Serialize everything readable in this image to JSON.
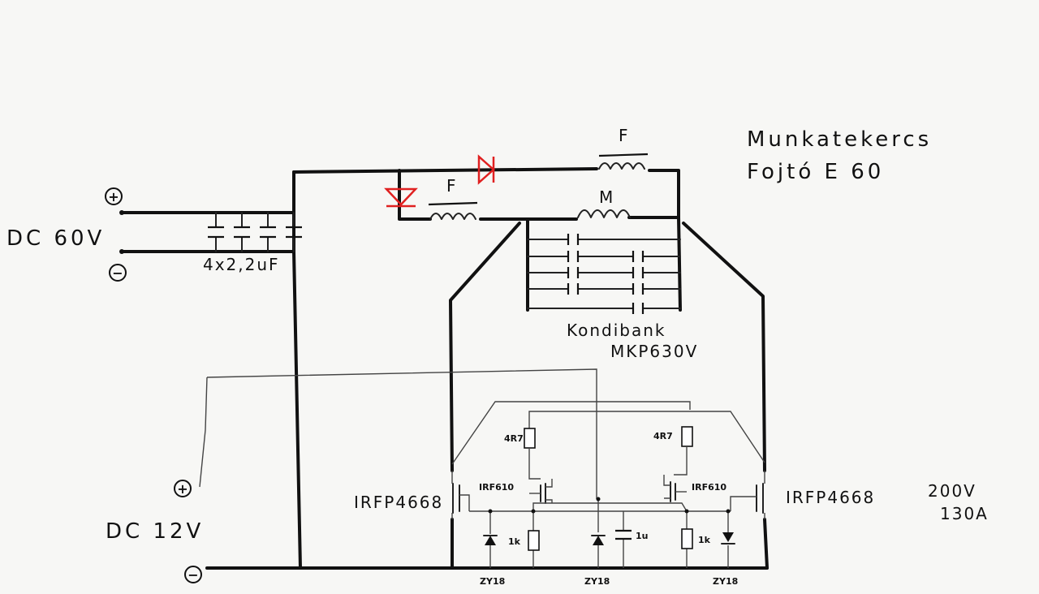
{
  "labels": {
    "dc60": "DC 60V",
    "dc12": "DC 12V",
    "cap_input": "4x2,2uF",
    "choke_f1": "F",
    "choke_f2": "F",
    "coil_m": "M",
    "title_line1": "Munkatekercs",
    "title_line2": "Fojtó E 60",
    "kondibank": "Kondibank",
    "mkp": "MKP630V",
    "irfp_left": "IRFP4668",
    "irfp_right": "IRFP4668",
    "rating_v": "200V",
    "rating_a": "130A",
    "irf_left": "IRF610",
    "irf_right": "IRF610",
    "r_gate_left": "4R7",
    "r_gate_right": "4R7",
    "r_1k_left": "1k",
    "r_1k_right": "1k",
    "cap_1u": "1u",
    "zy_left": "ZY18",
    "zy_mid": "ZY18",
    "zy_right": "ZY18",
    "plus": "+",
    "minus": "−"
  },
  "colors": {
    "ink": "#111111",
    "paper": "#f7f7f5",
    "diode_red": "#e02020"
  }
}
